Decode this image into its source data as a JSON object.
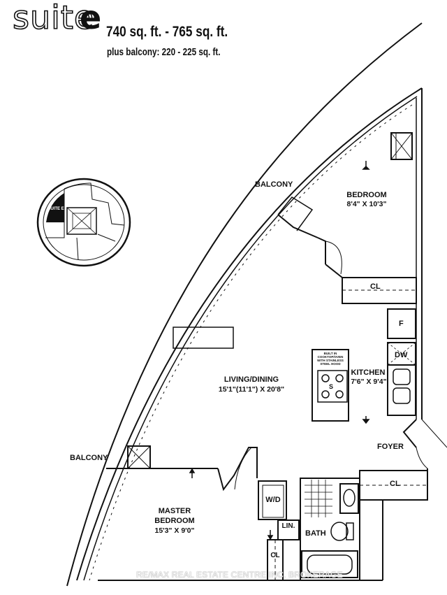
{
  "header": {
    "suite_word": "suite",
    "suite_letter": "e",
    "area": "740 sq. ft. - 765 sq. ft.",
    "balcony_area": "plus balcony: 220 - 225 sq. ft."
  },
  "key_plan": {
    "label": "SUITE E"
  },
  "rooms": {
    "balcony_top": "BALCONY",
    "balcony_left": "BALCONY",
    "bedroom_name": "BEDROOM",
    "bedroom_dim": "8'4\" X 10'3\"",
    "closet_bedroom": "CL",
    "fridge": "F",
    "dishwasher": "DW",
    "kitchen_name": "KITCHEN",
    "kitchen_dim": "7'6\" X 9'4\"",
    "island_note": "BUILT IN COOKTOP/OVEN WITH STAINLESS STEEL HOOD",
    "stove": "S",
    "living_name": "LIVING/DINING",
    "living_dim": "15'1\"(11'1\") X 20'8\"",
    "foyer": "FOYER",
    "closet_foyer": "CL",
    "master_name": "MASTER",
    "master_name2": "BEDROOM",
    "master_dim": "15'3\" X 9'0\"",
    "washer_dryer": "W/D",
    "linen": "LIN.",
    "bath": "BATH",
    "closet_master": "CL"
  },
  "watermark": "RE/MAX REAL ESTATE CENTRE INC. BROKERAGE"
}
